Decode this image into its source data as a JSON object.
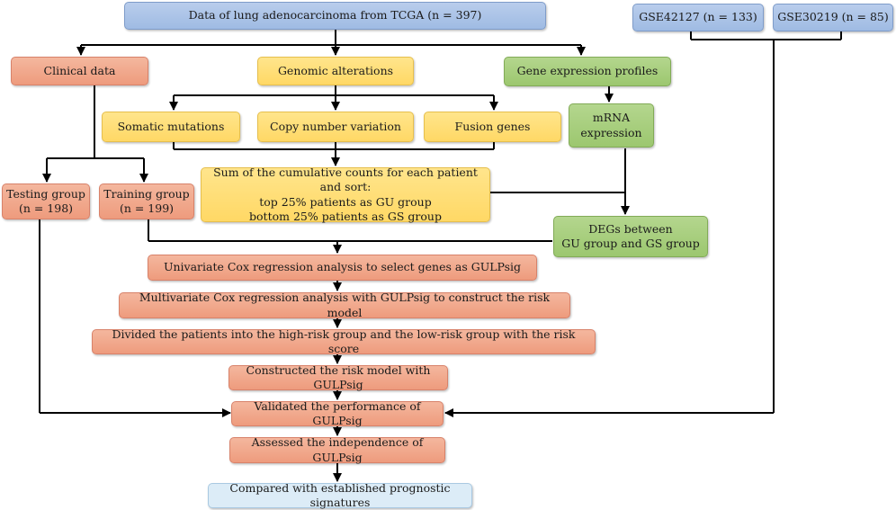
{
  "nodes": {
    "tcga": "Data of lung adenocarcinoma from TCGA (n = 397)",
    "gse42127": "GSE42127 (n = 133)",
    "gse30219": "GSE30219 (n = 85)",
    "clinical": "Clinical data",
    "genomic": "Genomic alterations",
    "gene_expr": "Gene expression profiles",
    "somatic": "Somatic mutations",
    "cnv": "Copy number variation",
    "fusion": "Fusion genes",
    "mrna": [
      "mRNA",
      "expression"
    ],
    "sum": [
      "Sum of the cumulative counts for each patient and sort:",
      "top 25% patients as GU group",
      "bottom 25% patients as GS group"
    ],
    "testing": [
      "Testing group",
      "(n = 198)"
    ],
    "training": [
      "Training group",
      "(n = 199)"
    ],
    "degs": [
      "DEGs between",
      "GU group and GS group"
    ],
    "univariate": "Univariate Cox regression analysis to select genes as GULPsig",
    "multivariate": "Multivariate Cox regression analysis with GULPsig to construct the risk model",
    "divided": "Divided the patients into the high-risk group and the low-risk group with the risk score",
    "constructed": "Constructed the risk model with GULPsig",
    "validated": "Validated the performance of GULPsig",
    "assessed": "Assessed the independence of GULPsig",
    "compared": "Compared with established prognostic signatures"
  },
  "colors": {
    "blue": "#a9c2e7",
    "orange": "#f0a589",
    "yellow": "#ffdd74",
    "green": "#a8cf7c",
    "light_blue": "#dcecf7",
    "line": "#000000"
  }
}
